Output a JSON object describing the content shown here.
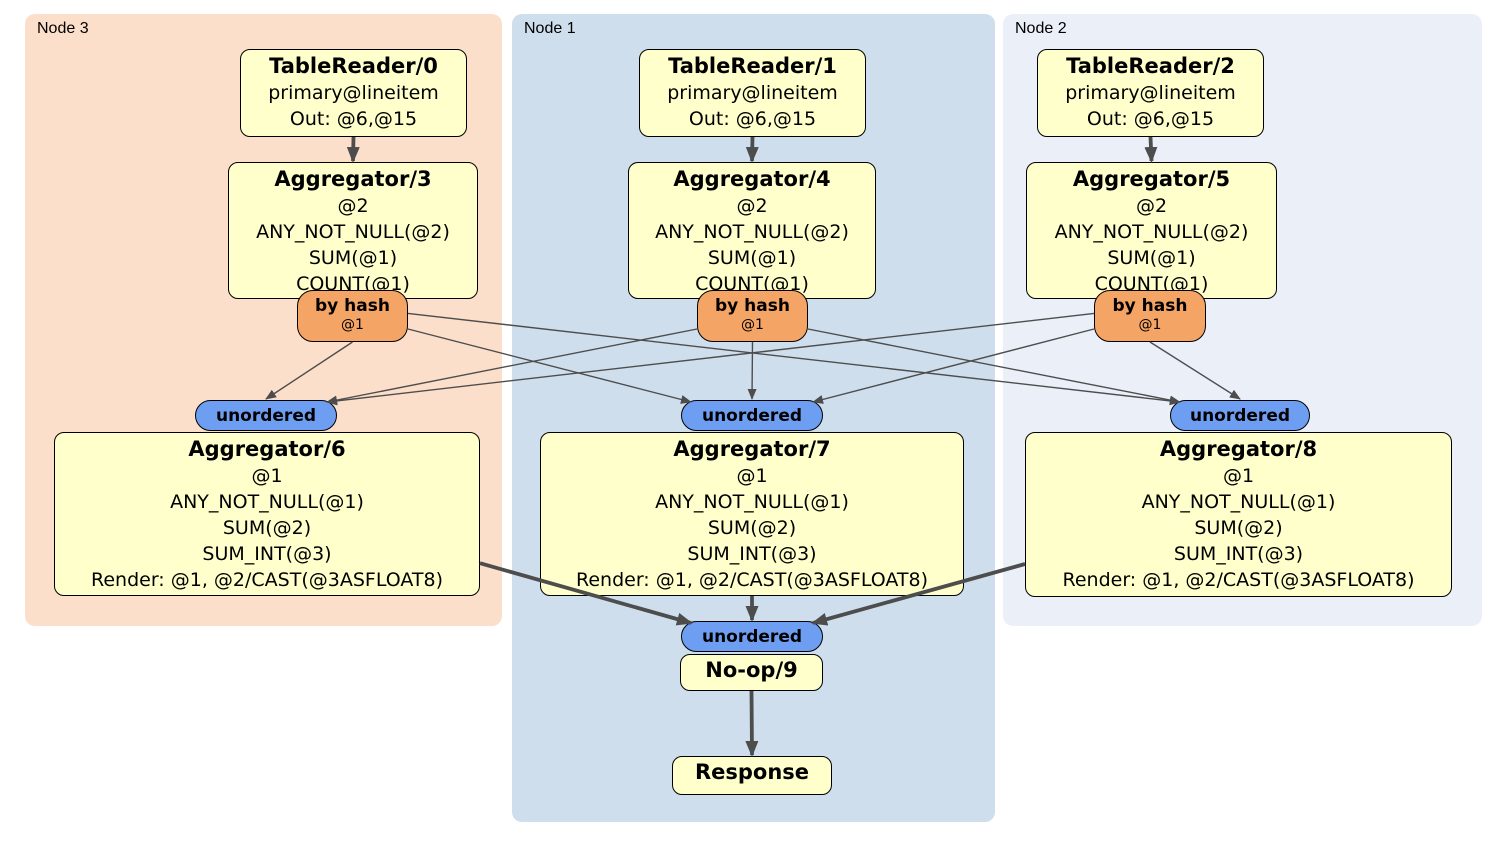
{
  "groups": [
    {
      "label": "Node 3",
      "tablereader": {
        "title": "TableReader/0",
        "lines": [
          "primary@lineitem",
          "Out: @6,@15"
        ]
      },
      "aggregator_top": {
        "title": "Aggregator/3",
        "lines": [
          "@2",
          "ANY_NOT_NULL(@2)",
          "SUM(@1)",
          "COUNT(@1)"
        ]
      },
      "router": {
        "label": "by hash",
        "detail": "@1"
      },
      "sync": {
        "label": "unordered"
      },
      "aggregator_bottom": {
        "title": "Aggregator/6",
        "lines": [
          "@1",
          "ANY_NOT_NULL(@1)",
          "SUM(@2)",
          "SUM_INT(@3)",
          "Render: @1, @2/CAST(@3ASFLOAT8)"
        ]
      }
    },
    {
      "label": "Node 1",
      "tablereader": {
        "title": "TableReader/1",
        "lines": [
          "primary@lineitem",
          "Out: @6,@15"
        ]
      },
      "aggregator_top": {
        "title": "Aggregator/4",
        "lines": [
          "@2",
          "ANY_NOT_NULL(@2)",
          "SUM(@1)",
          "COUNT(@1)"
        ]
      },
      "router": {
        "label": "by hash",
        "detail": "@1"
      },
      "sync": {
        "label": "unordered"
      },
      "aggregator_bottom": {
        "title": "Aggregator/7",
        "lines": [
          "@1",
          "ANY_NOT_NULL(@1)",
          "SUM(@2)",
          "SUM_INT(@3)",
          "Render: @1, @2/CAST(@3ASFLOAT8)"
        ]
      }
    },
    {
      "label": "Node 2",
      "tablereader": {
        "title": "TableReader/2",
        "lines": [
          "primary@lineitem",
          "Out: @6,@15"
        ]
      },
      "aggregator_top": {
        "title": "Aggregator/5",
        "lines": [
          "@2",
          "ANY_NOT_NULL(@2)",
          "SUM(@1)",
          "COUNT(@1)"
        ]
      },
      "router": {
        "label": "by hash",
        "detail": "@1"
      },
      "sync": {
        "label": "unordered"
      },
      "aggregator_bottom": {
        "title": "Aggregator/8",
        "lines": [
          "@1",
          "ANY_NOT_NULL(@1)",
          "SUM(@2)",
          "SUM_INT(@3)",
          "Render: @1, @2/CAST(@3ASFLOAT8)"
        ]
      }
    }
  ],
  "final": {
    "sync": {
      "label": "unordered"
    },
    "noop": {
      "title": "No-op/9"
    },
    "response": {
      "title": "Response"
    }
  },
  "edges": [
    {
      "from": "tablereader-0",
      "to": "aggregator-3",
      "fa": "bottom",
      "ta": "top",
      "kind": "thick"
    },
    {
      "from": "tablereader-1",
      "to": "aggregator-4",
      "fa": "bottom",
      "ta": "top",
      "kind": "thick"
    },
    {
      "from": "tablereader-2",
      "to": "aggregator-5",
      "fa": "bottom",
      "ta": "top",
      "kind": "thick"
    },
    {
      "from": "byhash-router-3",
      "to": "unordered-sync-3",
      "fa": "bottom",
      "ta": "top",
      "kind": "thin"
    },
    {
      "from": "byhash-router-3",
      "to": "unordered-sync-7",
      "fa": "right:0.75",
      "ta": "topleft",
      "kind": "thin"
    },
    {
      "from": "byhash-router-3",
      "to": "unordered-sync-8",
      "fa": "right:0.45",
      "ta": "topleft",
      "kind": "thin"
    },
    {
      "from": "byhash-router-4",
      "to": "unordered-sync-3",
      "fa": "left:0.75",
      "ta": "topright",
      "kind": "thin"
    },
    {
      "from": "byhash-router-4",
      "to": "unordered-sync-7",
      "fa": "bottom",
      "ta": "top",
      "kind": "thin"
    },
    {
      "from": "byhash-router-4",
      "to": "unordered-sync-8",
      "fa": "right:0.75",
      "ta": "topleft",
      "kind": "thin"
    },
    {
      "from": "byhash-router-5",
      "to": "unordered-sync-3",
      "fa": "left:0.45",
      "ta": "topright",
      "kind": "thin"
    },
    {
      "from": "byhash-router-5",
      "to": "unordered-sync-7",
      "fa": "left:0.75",
      "ta": "topright",
      "kind": "thin"
    },
    {
      "from": "byhash-router-5",
      "to": "unordered-sync-8",
      "fa": "bottom",
      "ta": "top",
      "kind": "thin"
    },
    {
      "from": "aggregator-6",
      "to": "unordered-sync-final",
      "fa": "right:0.8",
      "ta": "topleft",
      "kind": "thick"
    },
    {
      "from": "aggregator-7",
      "to": "unordered-sync-final",
      "fa": "bottom",
      "ta": "top",
      "kind": "thick"
    },
    {
      "from": "aggregator-8",
      "to": "unordered-sync-final",
      "fa": "left:0.8",
      "ta": "topright",
      "kind": "thick"
    },
    {
      "from": "noop-9",
      "to": "response",
      "fa": "bottom",
      "ta": "top",
      "kind": "thick"
    }
  ],
  "colors": {
    "node3_bg": "#fbdfcb",
    "node1_bg": "#cfdeec",
    "node2_bg": "#ebeff8",
    "box_bg": "#ffffcc",
    "router_bg": "#f4a464",
    "sync_bg": "#6e9ef2",
    "edge": "#4d4d4d",
    "border": "#000000"
  }
}
